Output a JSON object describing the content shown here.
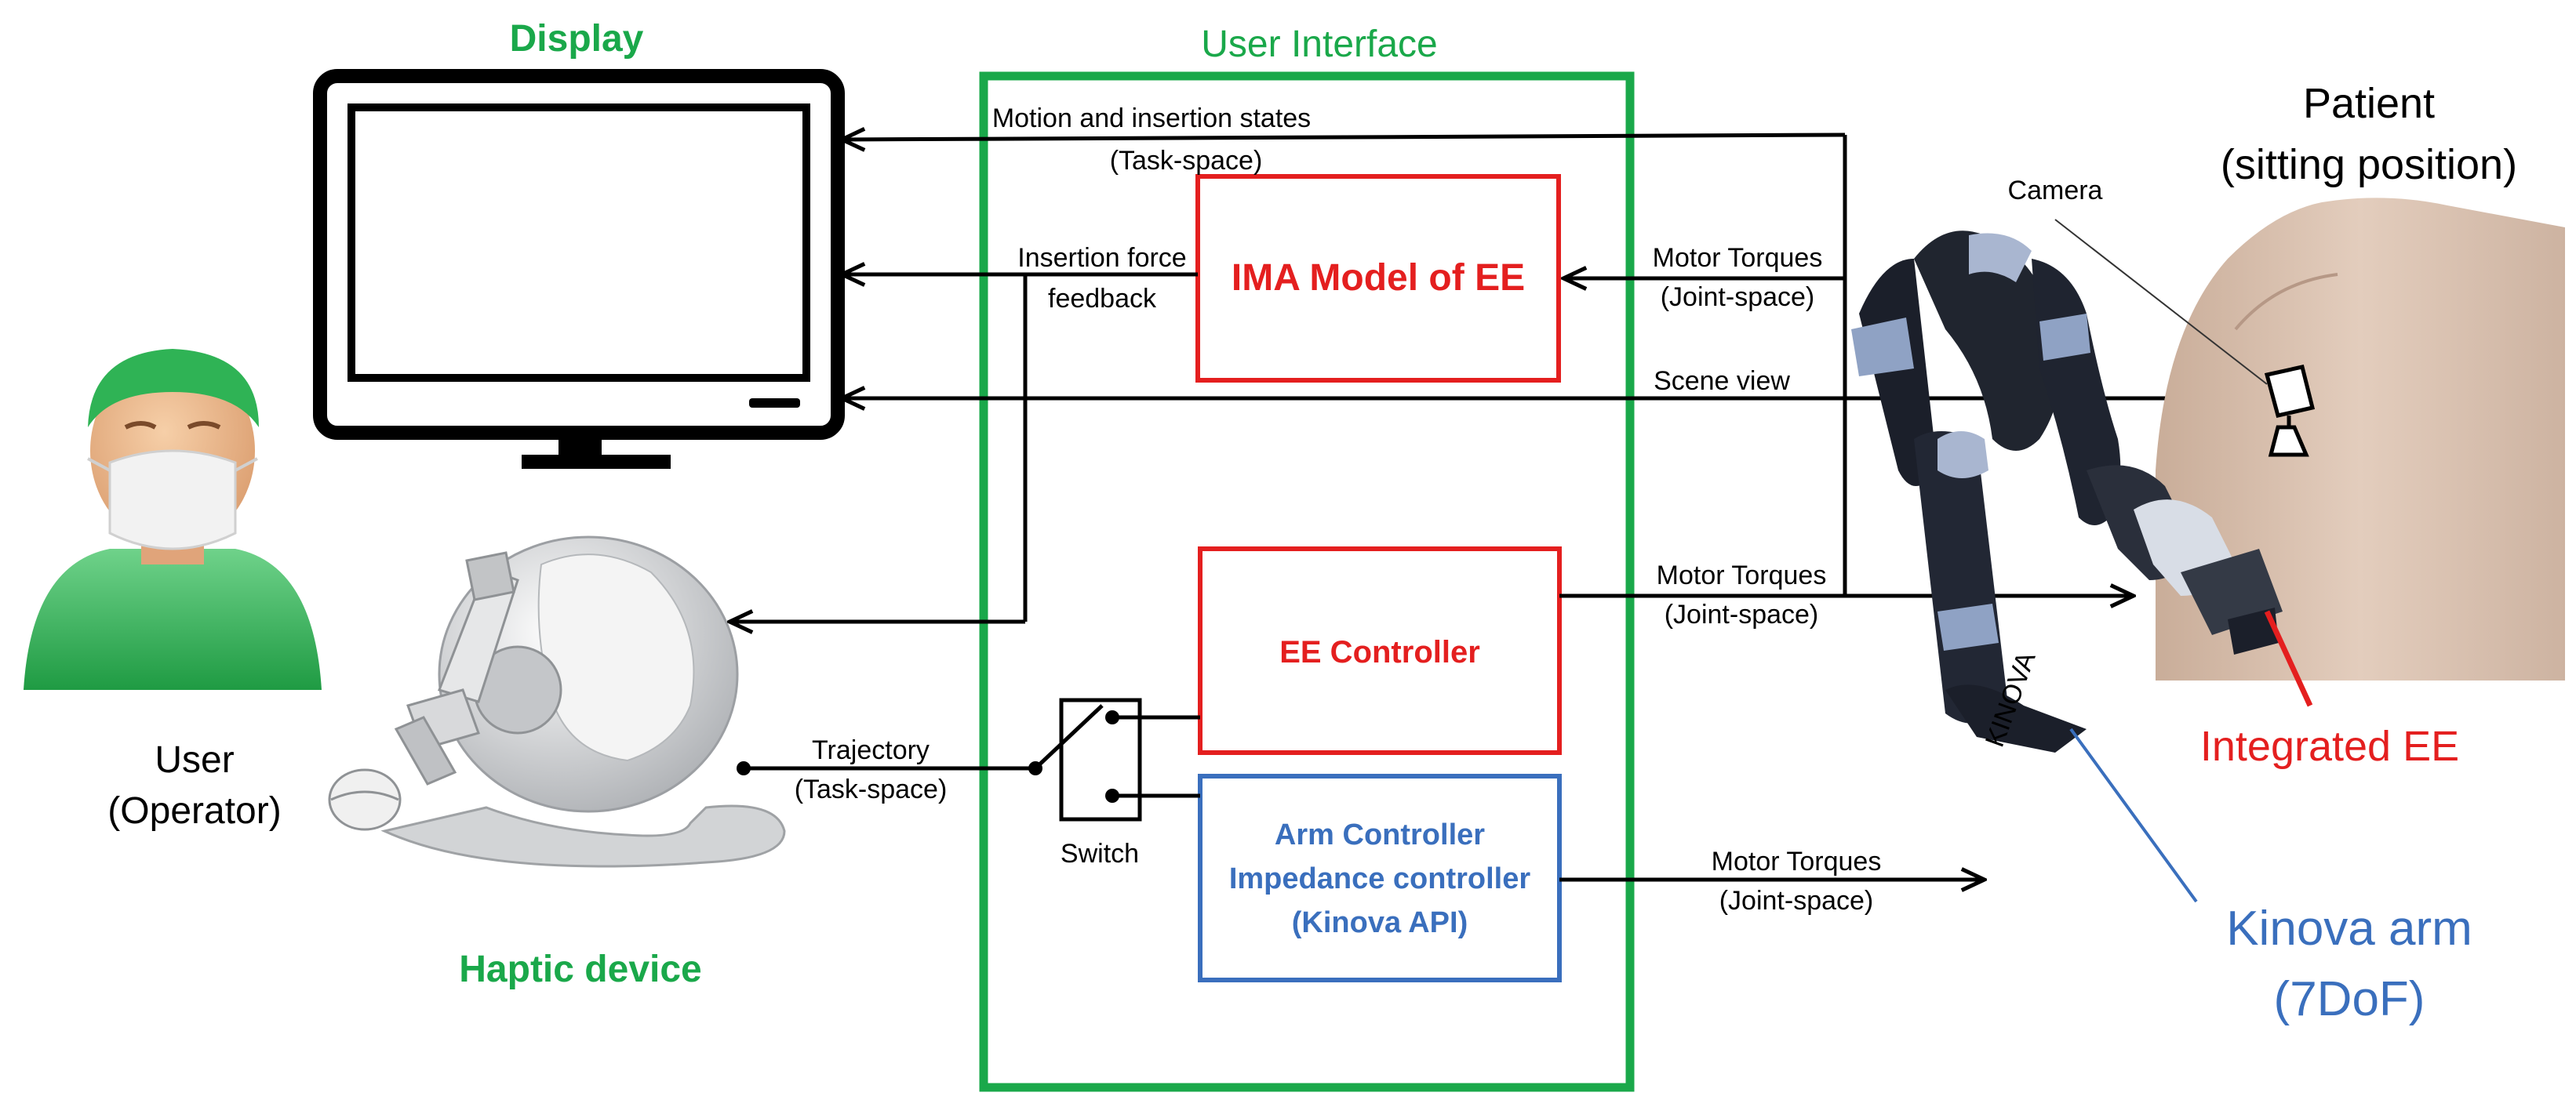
{
  "colors": {
    "green": "#1aa84a",
    "red": "#e41f1f",
    "blue": "#3a6fbd",
    "black": "#000000"
  },
  "display": {
    "title": "Display"
  },
  "user_interface": {
    "title": "User Interface"
  },
  "blocks": {
    "ima_model": "IMA Model of EE",
    "ee_controller": "EE Controller",
    "arm_controller": {
      "line1": "Arm Controller",
      "line2": "Impedance controller",
      "line3": "(Kinova API)"
    }
  },
  "switch": {
    "label": "Switch"
  },
  "signals": {
    "motion_states": {
      "line1": "Motion and insertion states",
      "line2": "(Task-space)"
    },
    "insertion_force": {
      "line1": "Insertion force",
      "line2": "feedback"
    },
    "scene_view": "Scene view",
    "motor_torques_top": {
      "line1": "Motor Torques",
      "line2": "(Joint-space)"
    },
    "motor_torques_mid": {
      "line1": "Motor Torques",
      "line2": "(Joint-space)"
    },
    "motor_torques_bottom": {
      "line1": "Motor Torques",
      "line2": "(Joint-space)"
    },
    "trajectory": {
      "line1": "Trajectory",
      "line2": "(Task-space)"
    }
  },
  "user": {
    "line1": "User",
    "line2": "(Operator)"
  },
  "haptic": {
    "title": "Haptic device"
  },
  "patient": {
    "line1": "Patient",
    "line2": "(sitting position)"
  },
  "camera": {
    "label": "Camera"
  },
  "integrated_ee": {
    "label": "Integrated EE"
  },
  "kinova": {
    "line1": "Kinova arm",
    "line2": "(7DoF)",
    "logo": "KINOVA"
  }
}
